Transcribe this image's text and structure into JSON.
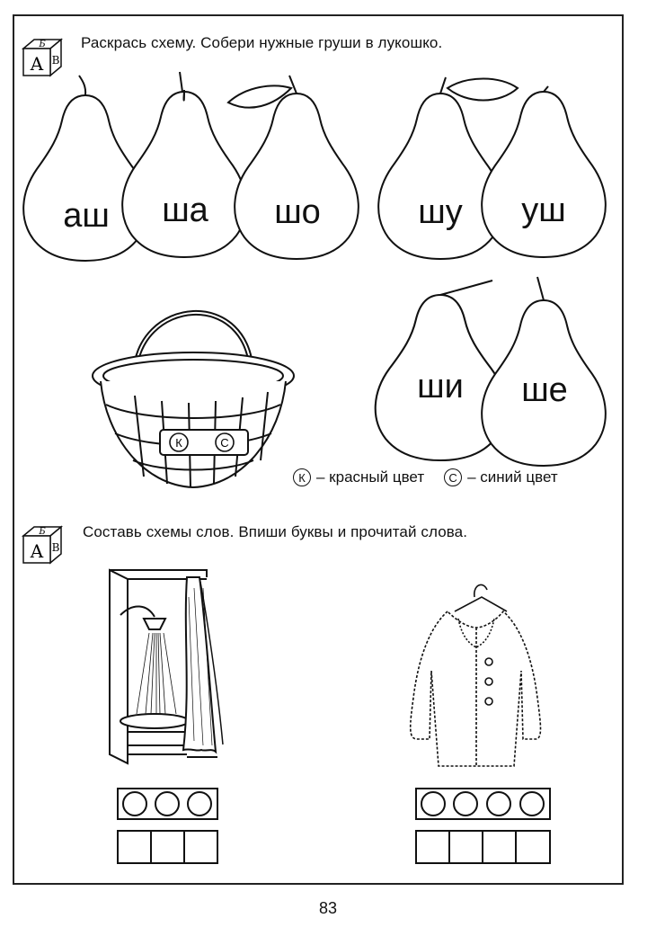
{
  "task1": {
    "text": "Раскрась схему. Собери нужные груши в лукошко.",
    "cube_letters": [
      "Б",
      "А",
      "В"
    ]
  },
  "pears": {
    "row1": [
      "аш",
      "ша",
      "шо",
      "шу",
      "уш"
    ],
    "row2": [
      "ши",
      "ше"
    ]
  },
  "basket": {
    "letters": [
      "К",
      "С"
    ]
  },
  "legend": {
    "red_letter": "К",
    "red_text": "– красный цвет",
    "blue_letter": "С",
    "blue_text": "– синий цвет"
  },
  "task2": {
    "text": "Составь схемы слов. Впиши буквы и прочитай слова.",
    "cube_letters": [
      "Б",
      "А",
      "В"
    ]
  },
  "pictures": [
    {
      "name": "shower",
      "sound_circles": 3,
      "letter_boxes": 3
    },
    {
      "name": "fur-coat",
      "sound_circles": 4,
      "letter_boxes": 4
    }
  ],
  "page_number": "83"
}
